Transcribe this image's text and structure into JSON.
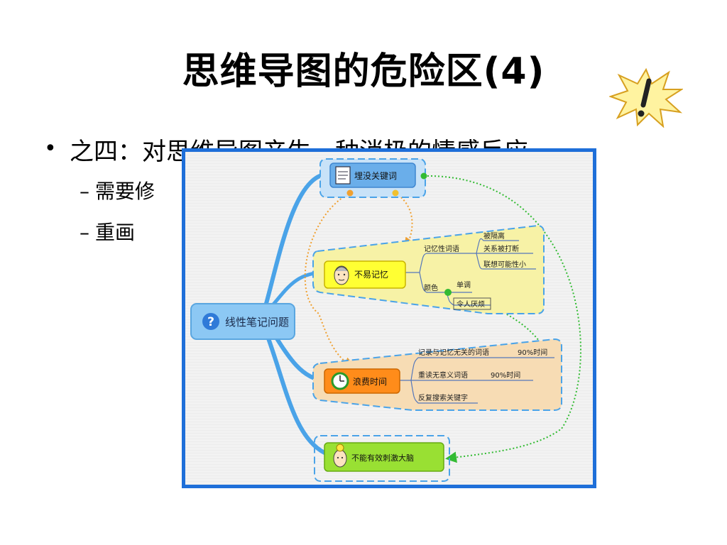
{
  "slide": {
    "title": "思维导图的危险区(4)",
    "bullet": "之四：对思维导图产生一种消极的情感反应",
    "sub_items": [
      "需要修",
      "重画"
    ]
  },
  "mindmap": {
    "center": "线性笔记问题",
    "branches": {
      "bury": "埋没关键词",
      "memory": "不易记忆",
      "waste": "浪费时间",
      "brain": "不能有效刺激大脑"
    },
    "memory_words": {
      "label": "记忆性词语",
      "items": [
        "被隔离",
        "关系被打断",
        "联想可能性小"
      ]
    },
    "color": {
      "label": "颜色",
      "items": [
        "单调",
        "令人厌烦"
      ]
    },
    "waste_items": [
      {
        "text": "记录与记忆无关的词语",
        "value": "90%时间"
      },
      {
        "text": "重读无意义词语",
        "value": "90%时间"
      },
      {
        "text": "反复搜索关键字",
        "value": ""
      }
    ]
  },
  "colors": {
    "frame_border": "#1e6fd9",
    "branch_blue": "#4aa3e8",
    "memory_fill": "#f7f2a6",
    "waste_fill": "#f7dcb4",
    "brain_fill": "#dff5b8",
    "arrow_orange": "#f0a030",
    "arrow_green": "#33bb33"
  },
  "icons": [
    "question-icon",
    "notepad-icon",
    "head-icon",
    "clock-icon",
    "lightbulb-head-icon",
    "exclamation-burst-icon"
  ]
}
